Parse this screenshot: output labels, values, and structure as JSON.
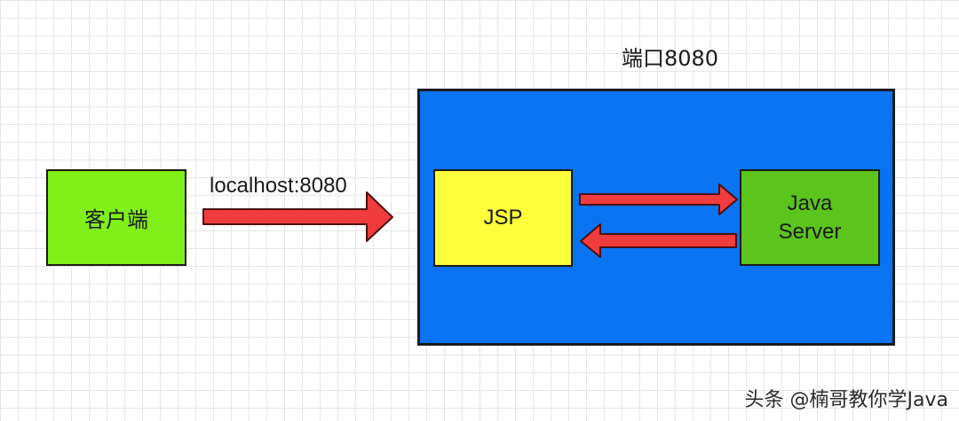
{
  "diagram": {
    "port_label": "端口8080",
    "url_label": "localhost:8080",
    "client_label": "客户端",
    "jsp_label": "JSP",
    "java_server_label_line1": "Java",
    "java_server_label_line2": "Server",
    "watermark": "头条 @楠哥教你学Java"
  },
  "colors": {
    "client_fill": "#80f018",
    "server_container_fill": "#0a73f2",
    "jsp_fill": "#ffff3c",
    "java_server_fill": "#5cc41c",
    "arrow_fill": "#f03c3c",
    "arrow_stroke": "#4a1010"
  }
}
